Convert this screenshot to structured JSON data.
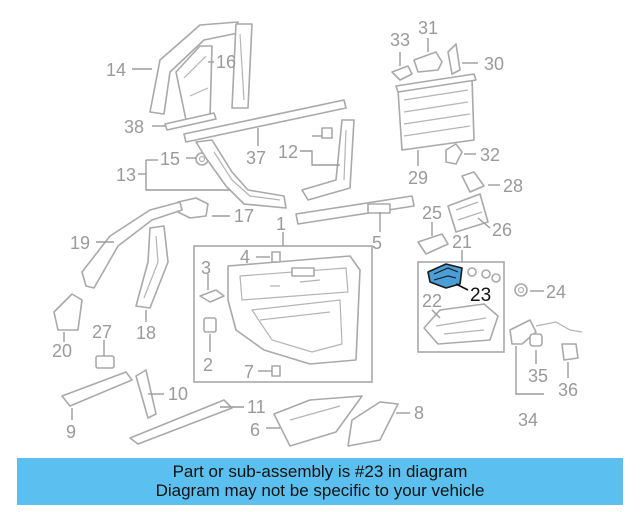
{
  "labels": {
    "n1": "1",
    "n2": "2",
    "n3": "3",
    "n4": "4",
    "n5": "5",
    "n6": "6",
    "n7": "7",
    "n8": "8",
    "n9": "9",
    "n10": "10",
    "n11": "11",
    "n12": "12",
    "n13": "13",
    "n14": "14",
    "n15": "15",
    "n16": "16",
    "n17": "17",
    "n18": "18",
    "n19": "19",
    "n20": "20",
    "n21": "21",
    "n22": "22",
    "n23": "23",
    "n24": "24",
    "n25": "25",
    "n26": "26",
    "n27": "27",
    "n28": "28",
    "n29": "29",
    "n30": "30",
    "n31": "31",
    "n32": "32",
    "n33": "33",
    "n34": "34",
    "n35": "35",
    "n36": "36",
    "n37": "37",
    "n38": "38"
  },
  "highlight": {
    "color": "#4a9fd8"
  },
  "banner": {
    "line1": "Part or sub-assembly is #23 in diagram",
    "line2": "Diagram may not be specific to your vehicle",
    "color": "#5bc0ef"
  }
}
